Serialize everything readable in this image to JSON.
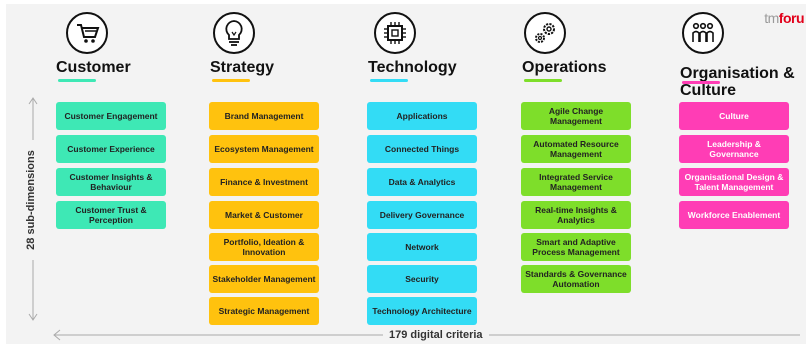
{
  "brand": {
    "tm": "tm",
    "forum": "foru"
  },
  "sub_dimensions_label": "28 sub-dimensions",
  "criteria_label": "179 digital criteria",
  "colors": {
    "customer": "#3ee8b5",
    "strategy": "#ffc20e",
    "technology": "#33dcf5",
    "operations": "#7ede2a",
    "organisation": "#ff3db5"
  },
  "columns": [
    {
      "title": "Customer",
      "icon": "shopping-cart-icon",
      "items": [
        "Customer Engagement",
        "Customer Experience",
        "Customer Insights & Behaviour",
        "Customer Trust & Perception"
      ]
    },
    {
      "title": "Strategy",
      "icon": "lightbulb-icon",
      "items": [
        "Brand Management",
        "Ecosystem Management",
        "Finance & Investment",
        "Market & Customer",
        "Portfolio, Ideation & Innovation",
        "Stakeholder Management",
        "Strategic Management"
      ]
    },
    {
      "title": "Technology",
      "icon": "chip-icon",
      "items": [
        "Applications",
        "Connected Things",
        "Data & Analytics",
        "Delivery Governance",
        "Network",
        "Security",
        "Technology Architecture"
      ]
    },
    {
      "title": "Operations",
      "icon": "gears-icon",
      "items": [
        "Agile Change Management",
        "Automated Resource Management",
        "Integrated Service Management",
        "Real-time Insights & Analytics",
        "Smart and Adaptive Process Management",
        "Standards & Governance Automation"
      ]
    },
    {
      "title_line1": "Organisation &",
      "title_line2": "Culture",
      "icon": "people-icon",
      "items": [
        "Culture",
        "Leadership & Governance",
        "Organisational Design & Talent Management",
        "Workforce Enablement"
      ]
    }
  ]
}
